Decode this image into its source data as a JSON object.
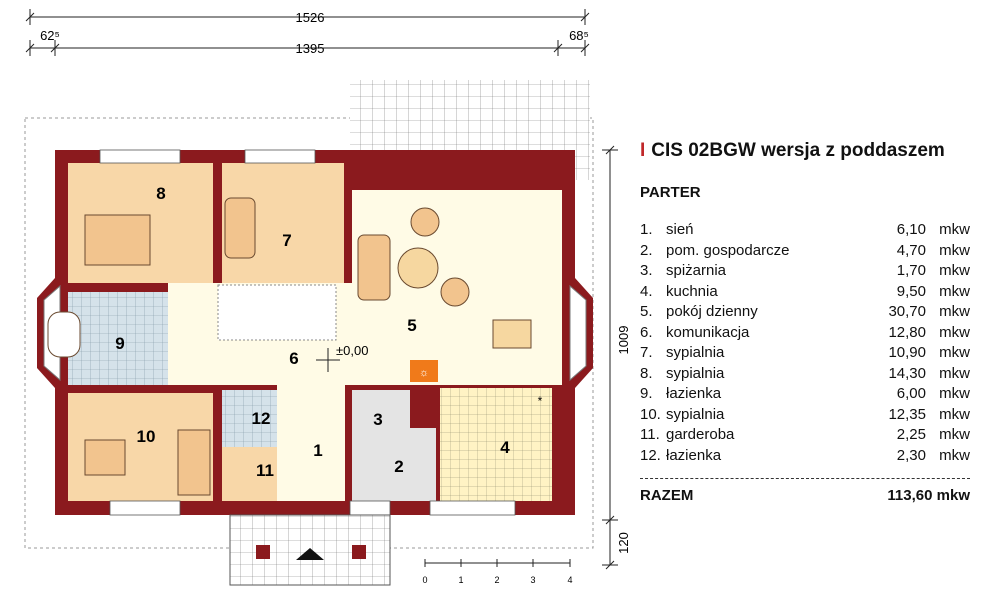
{
  "title": "CIS 02BGW wersja z poddaszem",
  "floor_label": "PARTER",
  "rooms": [
    {
      "num": "1.",
      "name": "sień",
      "area": "6,10",
      "unit": "mkw"
    },
    {
      "num": "2.",
      "name": "pom. gospodarcze",
      "area": "4,70",
      "unit": "mkw"
    },
    {
      "num": "3.",
      "name": "spiżarnia",
      "area": "1,70",
      "unit": "mkw"
    },
    {
      "num": "4.",
      "name": "kuchnia",
      "area": "9,50",
      "unit": "mkw"
    },
    {
      "num": "5.",
      "name": "pokój dzienny",
      "area": "30,70",
      "unit": "mkw"
    },
    {
      "num": "6.",
      "name": "komunikacja",
      "area": "12,80",
      "unit": "mkw"
    },
    {
      "num": "7.",
      "name": "sypialnia",
      "area": "10,90",
      "unit": "mkw"
    },
    {
      "num": "8.",
      "name": "sypialnia",
      "area": "14,30",
      "unit": "mkw"
    },
    {
      "num": "9.",
      "name": "łazienka",
      "area": "6,00",
      "unit": "mkw"
    },
    {
      "num": "10.",
      "name": "sypialnia",
      "area": "12,35",
      "unit": "mkw"
    },
    {
      "num": "11.",
      "name": "garderoba",
      "area": "2,25",
      "unit": "mkw"
    },
    {
      "num": "12.",
      "name": "łazienka",
      "area": "2,30",
      "unit": "mkw"
    }
  ],
  "total": {
    "label": "RAZEM",
    "value": "113,60 mkw"
  },
  "dimensions": {
    "overall_width": "1526",
    "inner_width": "1395",
    "left_offset": "62⁵",
    "right_offset": "68⁵",
    "depth": "1009",
    "terrace_depth": "120"
  },
  "level_mark": "±0,00",
  "room_numbers": {
    "r1": "1",
    "r2": "2",
    "r3": "3",
    "r4": "4",
    "r5": "5",
    "r6": "6",
    "r7": "7",
    "r8": "8",
    "r9": "9",
    "r10": "10",
    "r11": "11",
    "r12": "12"
  },
  "scale_ticks": [
    "0",
    "1",
    "2",
    "3",
    "4"
  ],
  "colors": {
    "wall": "#8b1a1e",
    "room": "#f8d7a8",
    "bath": "#cfdde6",
    "kitchen": "#fff3c8",
    "hall": "#fffbe6",
    "accent": "#c0282a"
  }
}
